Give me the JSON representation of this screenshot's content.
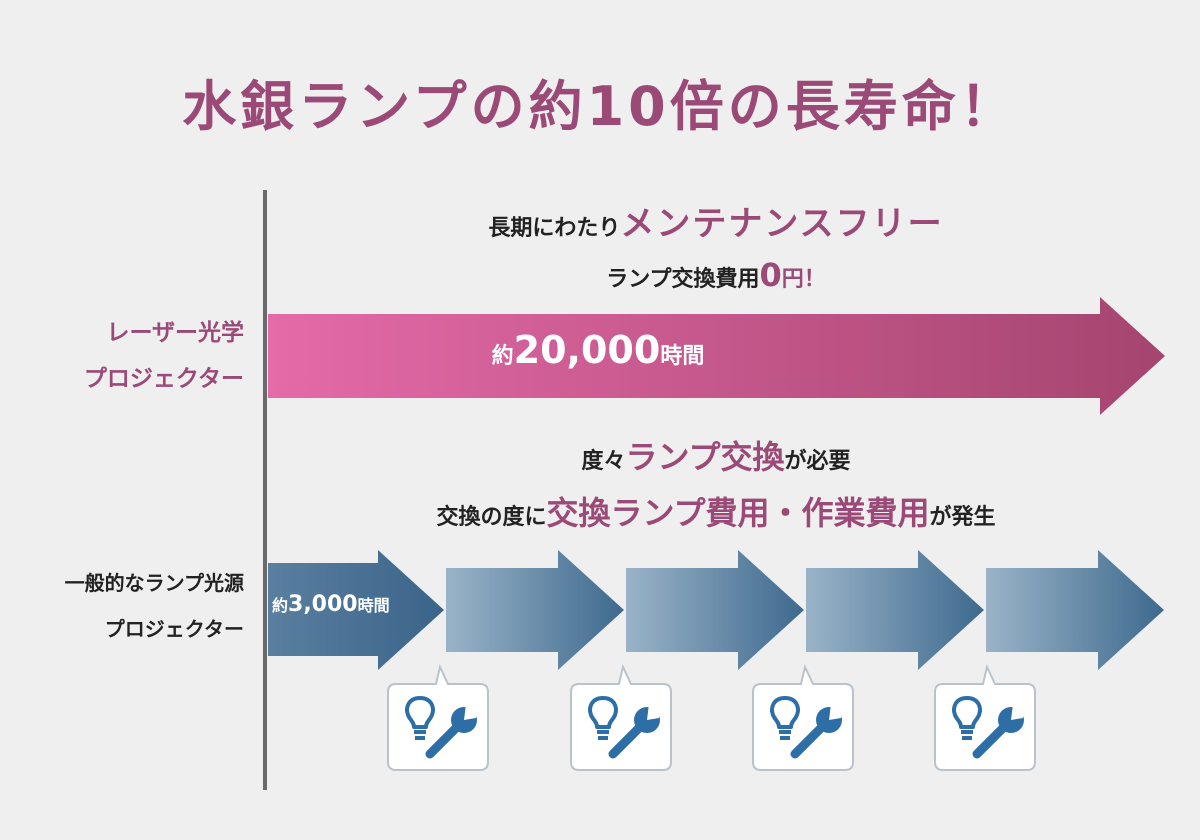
{
  "title": "水銀ランプの約10倍の長寿命！",
  "laser": {
    "label_line1": "レーザー光学",
    "label_line2": "プロジェクター",
    "caption1_plain": "長期にわたり",
    "caption1_highlight": "メンテナンスフリー",
    "caption2_plain": "ランプ交換費用",
    "caption2_highlight_num": "0",
    "caption2_highlight_tail": "円！",
    "arrow_prefix": "約",
    "arrow_value": "20,000",
    "arrow_unit": "時間"
  },
  "lamp": {
    "label_line1": "一般的なランプ光源",
    "label_line2": "プロジェクター",
    "caption1_plain1": "度々",
    "caption1_highlight": "ランプ交換",
    "caption1_plain2": "が必要",
    "caption2_plain1": "交換の度に",
    "caption2_highlight": "交換ランプ費用・作業費用",
    "caption2_plain2": "が発生",
    "arrow_prefix": "約",
    "arrow_value": "3,000",
    "arrow_unit": "時間"
  },
  "colors": {
    "accent": "#9b4a78",
    "laser_start": "#e46aa8",
    "laser_end": "#a5456f",
    "lamp_dark": "#3e6a8e",
    "lamp_light": "#9ab3c8",
    "icon_blue": "#2d6ea6"
  },
  "icons": [
    "lightbulb-icon",
    "wrench-icon"
  ]
}
